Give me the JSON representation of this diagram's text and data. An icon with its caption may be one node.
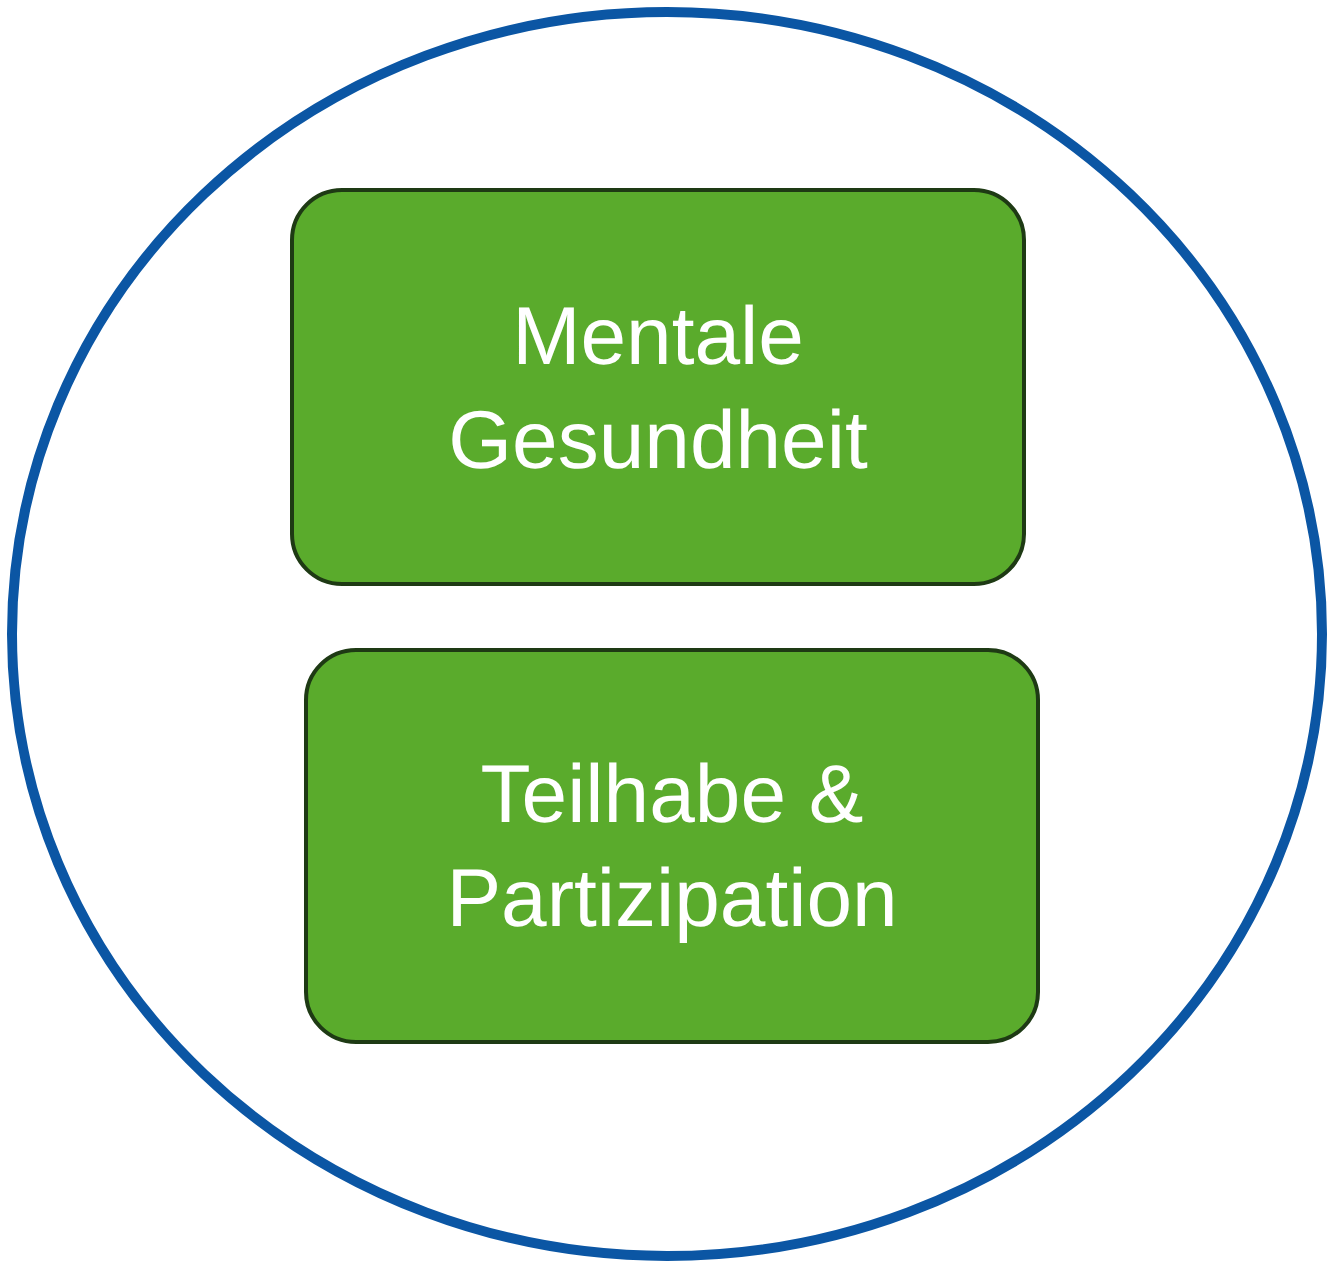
{
  "diagram": {
    "nodes": [
      {
        "text": [],
        "shape": "circle"
      },
      {
        "text": [
          "Mentale Gesundheit"
        ],
        "in": 0
      },
      {
        "text": [
          "Teilhabe & Partizipation"
        ],
        "in": 0
      }
    ]
  }
}
